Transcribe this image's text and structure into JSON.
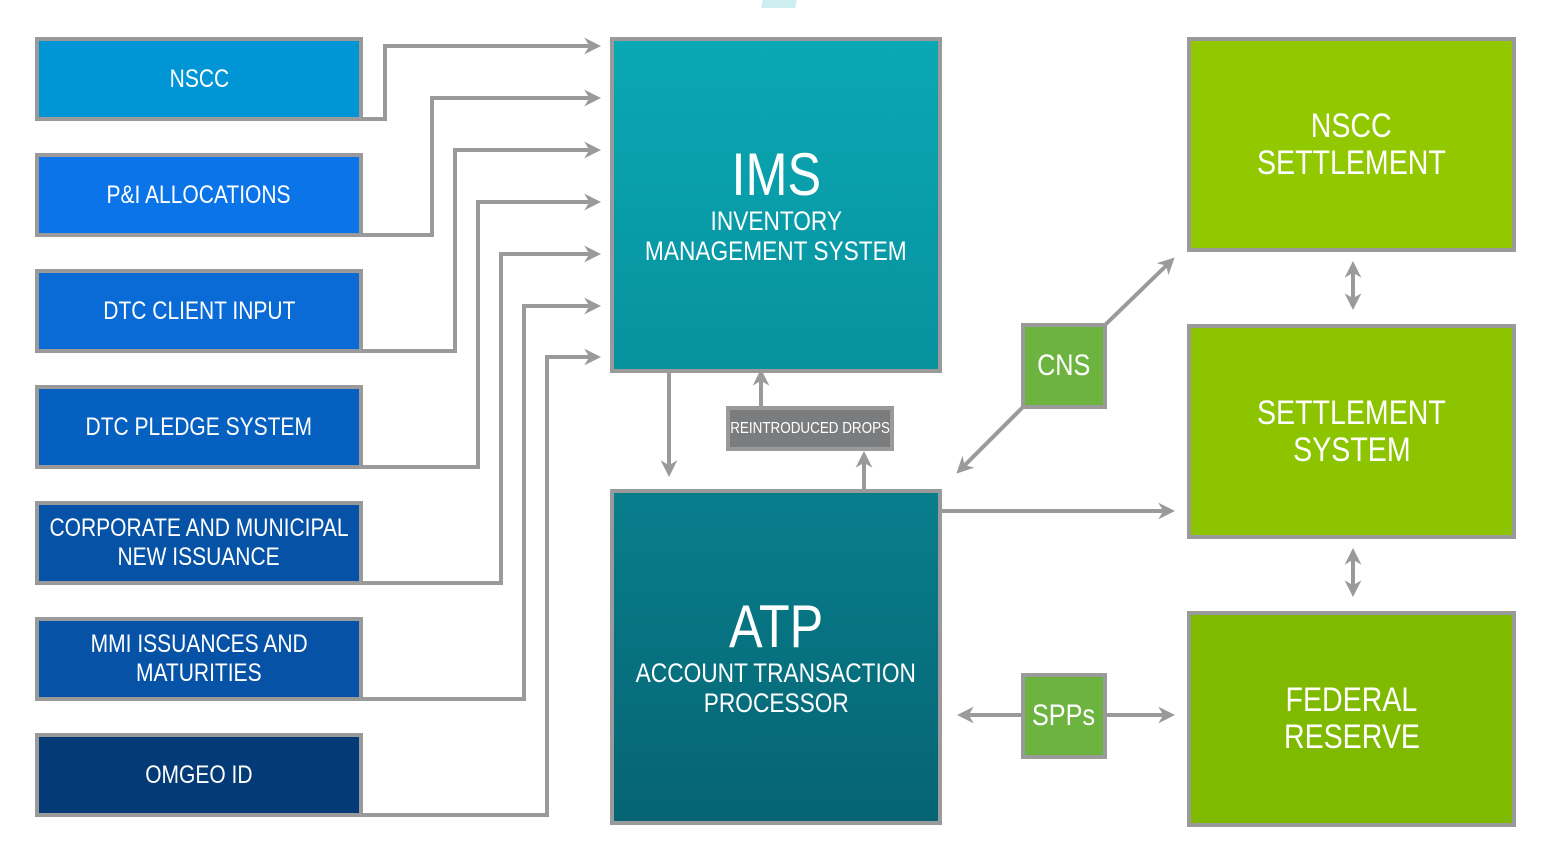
{
  "diagram": {
    "sources": [
      {
        "id": "nscc",
        "lines": [
          "NSCC"
        ],
        "color": "#0096d6"
      },
      {
        "id": "pi-allocations",
        "lines": [
          "P&I ALLOCATIONS"
        ],
        "color": "#0a74e8"
      },
      {
        "id": "dtc-client-input",
        "lines": [
          "DTC CLIENT INPUT"
        ],
        "color": "#0a6bd6"
      },
      {
        "id": "dtc-pledge-system",
        "lines": [
          "DTC PLEDGE SYSTEM"
        ],
        "color": "#0660c0"
      },
      {
        "id": "corporate-municipal-new-issuance",
        "lines": [
          "CORPORATE AND MUNICIPAL",
          "NEW ISSUANCE"
        ],
        "color": "#0652a6"
      },
      {
        "id": "mmi-issuances-maturities",
        "lines": [
          "MMI ISSUANCES AND",
          "MATURITIES"
        ],
        "color": "#0652a6"
      },
      {
        "id": "omgeo-id",
        "lines": [
          "OMGEO ID"
        ],
        "color": "#043a75"
      }
    ],
    "ims": {
      "acronym": "IMS",
      "full_lines": [
        "INVENTORY",
        "MANAGEMENT SYSTEM"
      ],
      "color_top": "#0aa8b4",
      "color_bottom": "#07929e"
    },
    "atp": {
      "acronym": "ATP",
      "full_lines": [
        "ACCOUNT TRANSACTION",
        "PROCESSOR"
      ],
      "color_top": "#087e8c",
      "color_bottom": "#066473"
    },
    "reintroduced_drops": {
      "label": "REINTRODUCED DROPS"
    },
    "cns": {
      "label": "CNS"
    },
    "spps": {
      "label": "SPPs"
    },
    "settlement": [
      {
        "id": "nscc-settlement",
        "lines": [
          "NSCC",
          "SETTLEMENT"
        ],
        "color": "#92c800"
      },
      {
        "id": "settlement-system",
        "lines": [
          "SETTLEMENT",
          "SYSTEM"
        ],
        "color": "#8cc400"
      },
      {
        "id": "federal-reserve",
        "lines": [
          "FEDERAL",
          "RESERVE"
        ],
        "color": "#7fba00"
      }
    ],
    "connector_color": "#9a9a9a",
    "node_border_color": "#9a9a9a",
    "flows": [
      {
        "from": "nscc",
        "to": "ims"
      },
      {
        "from": "pi-allocations",
        "to": "ims"
      },
      {
        "from": "dtc-client-input",
        "to": "ims"
      },
      {
        "from": "dtc-pledge-system",
        "to": "ims"
      },
      {
        "from": "corporate-municipal-new-issuance",
        "to": "ims"
      },
      {
        "from": "mmi-issuances-maturities",
        "to": "ims"
      },
      {
        "from": "omgeo-id",
        "to": "ims"
      },
      {
        "from": "ims",
        "to": "atp"
      },
      {
        "from": "atp",
        "to": "reintroduced-drops"
      },
      {
        "from": "reintroduced-drops",
        "to": "ims"
      },
      {
        "from": "atp",
        "to": "settlement-system"
      },
      {
        "from": "cns",
        "to": "atp"
      },
      {
        "from": "cns",
        "to": "nscc-settlement"
      },
      {
        "from": "spps",
        "to": "atp"
      },
      {
        "from": "spps",
        "to": "federal-reserve"
      },
      {
        "from": "nscc-settlement",
        "to": "settlement-system",
        "bidirectional": true
      },
      {
        "from": "settlement-system",
        "to": "federal-reserve",
        "bidirectional": true
      }
    ]
  }
}
